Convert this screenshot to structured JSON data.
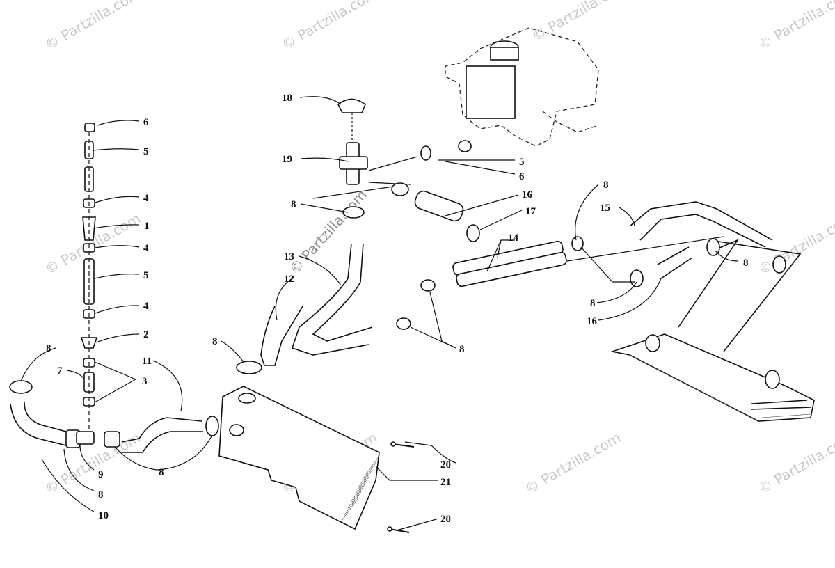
{
  "watermarks": {
    "brand_small": "© Partzilla.com",
    "brand_large": "© Partzilla.com"
  },
  "callouts": {
    "c1": "1",
    "c2": "2",
    "c3": "3",
    "c4a": "4",
    "c4b": "4",
    "c4c": "4",
    "c5a": "5",
    "c5b": "5",
    "c5c": "5",
    "c6a": "6",
    "c6b": "6",
    "c7": "7",
    "c8a": "8",
    "c8b": "8",
    "c8c": "8",
    "c8d": "8",
    "c8e": "8",
    "c8f": "8",
    "c8g": "8",
    "c8h": "8",
    "c8i": "8",
    "c9": "9",
    "c10": "10",
    "c11": "11",
    "c12": "12",
    "c13": "13",
    "c14": "14",
    "c15": "15",
    "c16a": "16",
    "c16b": "16",
    "c17": "17",
    "c18": "18",
    "c19": "19",
    "c20a": "20",
    "c20b": "20",
    "c21": "21"
  }
}
